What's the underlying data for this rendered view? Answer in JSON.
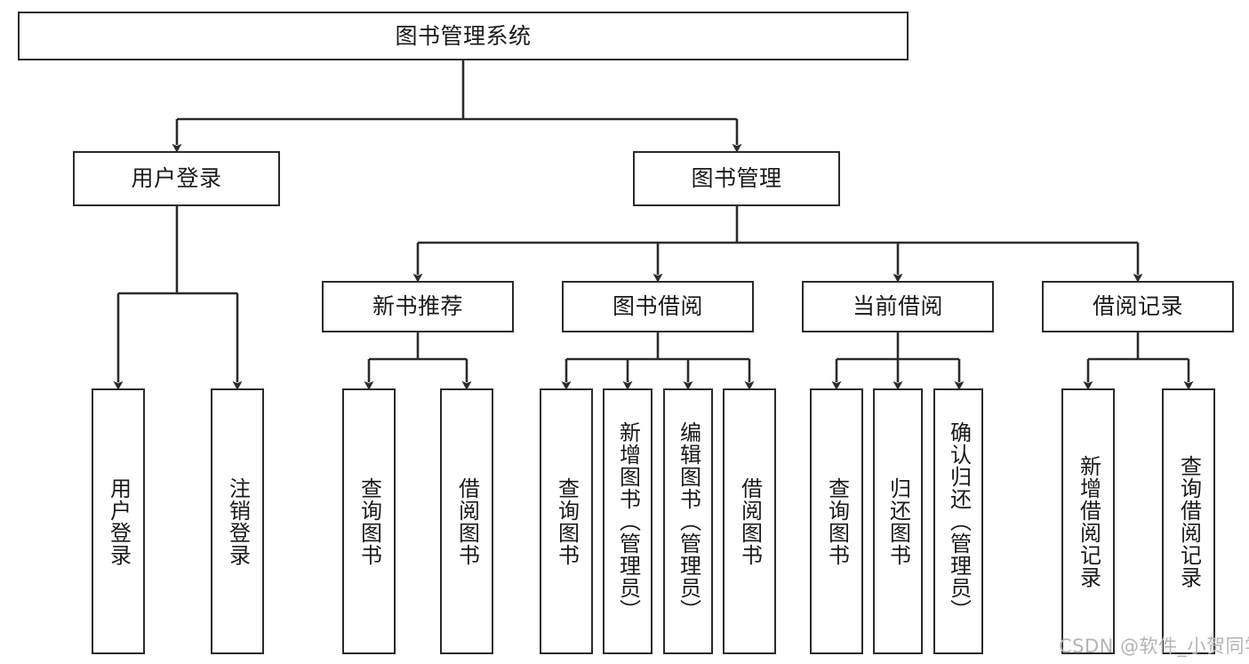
{
  "diagram": {
    "title": "图书管理系统",
    "type": "tree-hierarchy-flowchart",
    "colors": {
      "node_border": "#2b2b2b",
      "node_fill": "#ffffff",
      "edge": "#2b2b2b",
      "text": "#1a1a1a",
      "watermark": "#b4b4b4",
      "background": "#ffffff"
    },
    "root": {
      "label": "图书管理系统"
    },
    "level2": [
      {
        "label": "用户登录"
      },
      {
        "label": "图书管理"
      }
    ],
    "level3": [
      {
        "label": "新书推荐"
      },
      {
        "label": "图书借阅"
      },
      {
        "label": "当前借阅"
      },
      {
        "label": "借阅记录"
      }
    ],
    "leaves": {
      "user_login": [
        {
          "label": "用户登录"
        },
        {
          "label": "注销登录"
        }
      ],
      "new_book_recommend": [
        {
          "label": "查询图书"
        },
        {
          "label": "借阅图书"
        }
      ],
      "book_borrow": [
        {
          "label": "查询图书"
        },
        {
          "label": "新增图书（管理员）"
        },
        {
          "label": "编辑图书（管理员）"
        },
        {
          "label": "借阅图书"
        }
      ],
      "current_borrow": [
        {
          "label": "查询图书"
        },
        {
          "label": "归还图书"
        },
        {
          "label": "确认归还（管理员）"
        }
      ],
      "borrow_record": [
        {
          "label": "新增借阅记录"
        },
        {
          "label": "查询借阅记录"
        }
      ]
    }
  },
  "watermark": {
    "text": "CSDN @软件_小贺同学"
  }
}
